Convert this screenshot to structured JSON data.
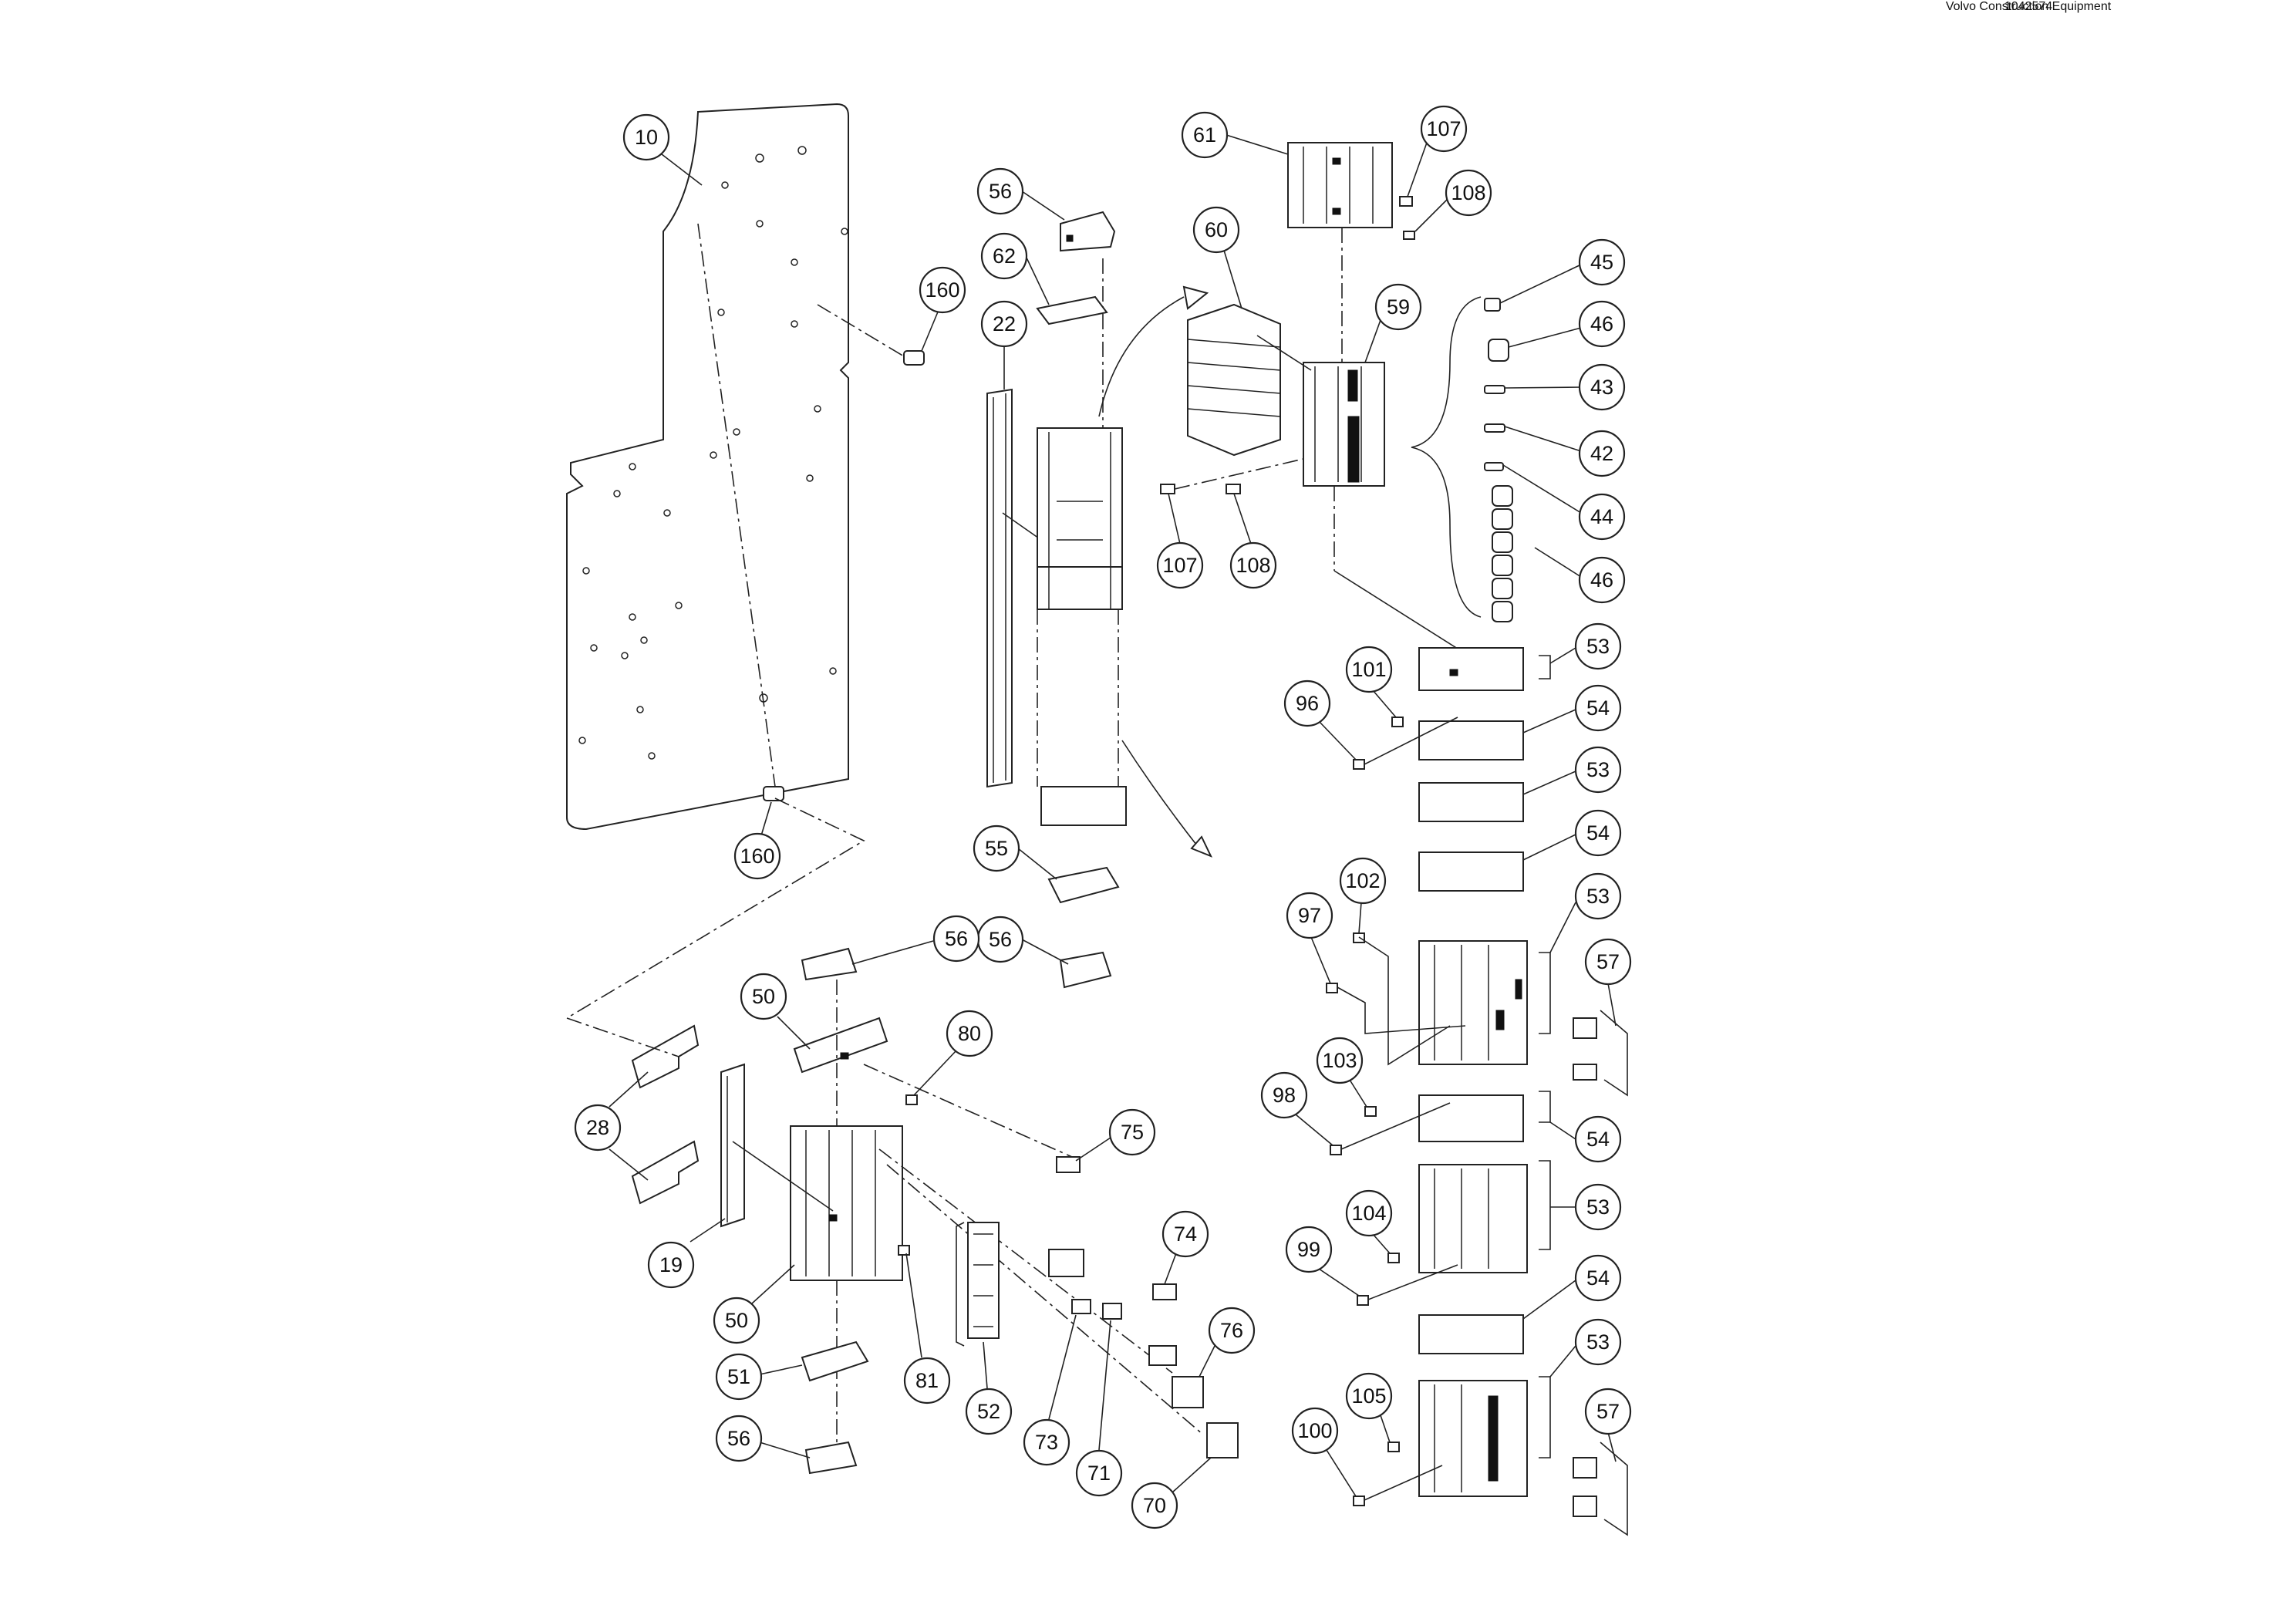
{
  "callouts": {
    "10": "10",
    "160": "160",
    "22": "22",
    "56": "56",
    "62": "62",
    "55": "55",
    "61": "61",
    "60": "60",
    "59": "59",
    "107": "107",
    "108": "108",
    "45": "45",
    "46": "46",
    "43": "43",
    "42": "42",
    "44": "44",
    "53": "53",
    "54": "54",
    "57": "57",
    "101": "101",
    "96": "96",
    "102": "102",
    "97": "97",
    "103": "103",
    "98": "98",
    "104": "104",
    "99": "99",
    "105": "105",
    "100": "100",
    "28": "28",
    "19": "19",
    "50": "50",
    "51": "51",
    "80": "80",
    "81": "81",
    "52": "52",
    "75": "75",
    "74": "74",
    "73": "73",
    "71": "71",
    "76": "76",
    "70": "70"
  },
  "footer": {
    "company": "Volvo Construction Equipment",
    "drawing_number": "1042574"
  }
}
